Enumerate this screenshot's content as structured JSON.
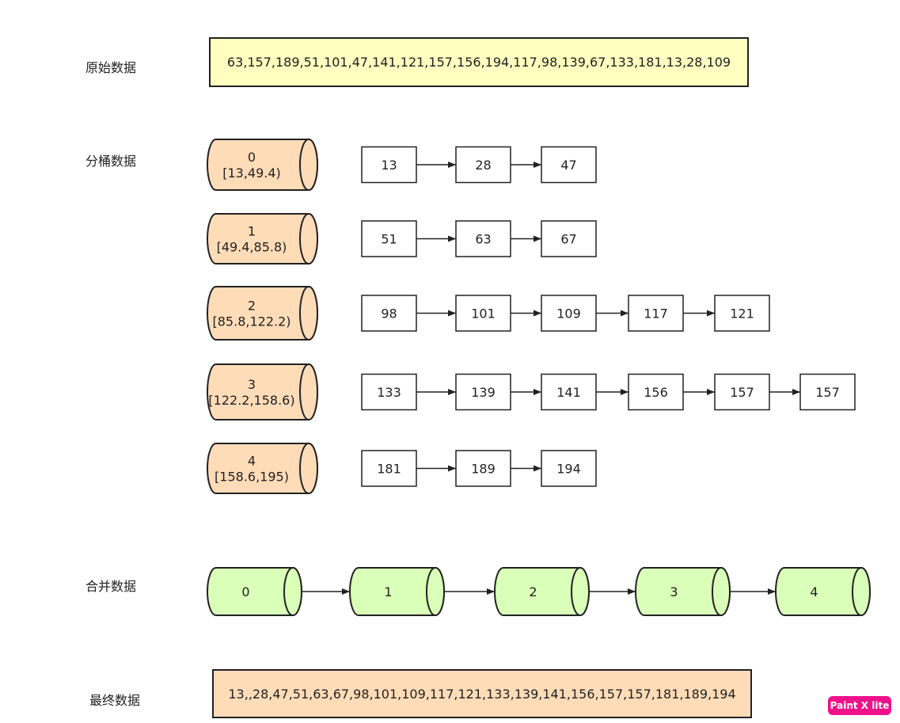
{
  "labels": {
    "original": "原始数据",
    "buckets": "分桶数据",
    "merge": "合并数据",
    "final": "最终数据"
  },
  "original_data": "63,157,189,51,101,47,141,121,157,156,194,117,98,139,67,133,181,13,28,109",
  "final_data": "13,,28,47,51,63,67,98,101,109,117,121,133,139,141,156,157,157,181,189,194",
  "buckets": [
    {
      "id": "0",
      "range": "[13,49.4)",
      "items": [
        "13",
        "28",
        "47"
      ]
    },
    {
      "id": "1",
      "range": "[49.4,85.8)",
      "items": [
        "51",
        "63",
        "67"
      ]
    },
    {
      "id": "2",
      "range": "[85.8,122.2)",
      "items": [
        "98",
        "101",
        "109",
        "117",
        "121"
      ]
    },
    {
      "id": "3",
      "range": "[122.2,158.6)",
      "items": [
        "133",
        "139",
        "141",
        "156",
        "157",
        "157"
      ]
    },
    {
      "id": "4",
      "range": "[158.6,195)",
      "items": [
        "181",
        "189",
        "194"
      ]
    }
  ],
  "merge_nodes": [
    "0",
    "1",
    "2",
    "3",
    "4"
  ],
  "colors": {
    "bucket_fill": "#ffdcb8",
    "merge_fill": "#d9ffb8",
    "original_fill": "#ffffc0",
    "final_fill": "#ffdcb8",
    "stroke": "#222222"
  },
  "watermark": "Paint X lite"
}
